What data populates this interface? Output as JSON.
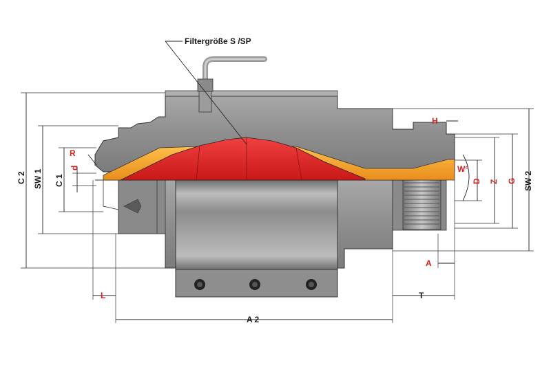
{
  "title": "Filtergröße S /SP",
  "labels": {
    "C2": "C 2",
    "SW1": "SW 1",
    "C1": "C 1",
    "R": "R",
    "d": "d",
    "L": "L",
    "A2": "A 2",
    "H": "H",
    "W": "W°",
    "D": "D",
    "Z": "Z",
    "G": "G",
    "SW2": "SW 2",
    "A": "A",
    "T": "T"
  },
  "colors": {
    "body": "#9a9a9a",
    "body_dark": "#7a7a7a",
    "seal_orange": "#f0a030",
    "filter_red": "#e02525",
    "label_red": "#d81e1e",
    "label_black": "#1a1a1a"
  }
}
